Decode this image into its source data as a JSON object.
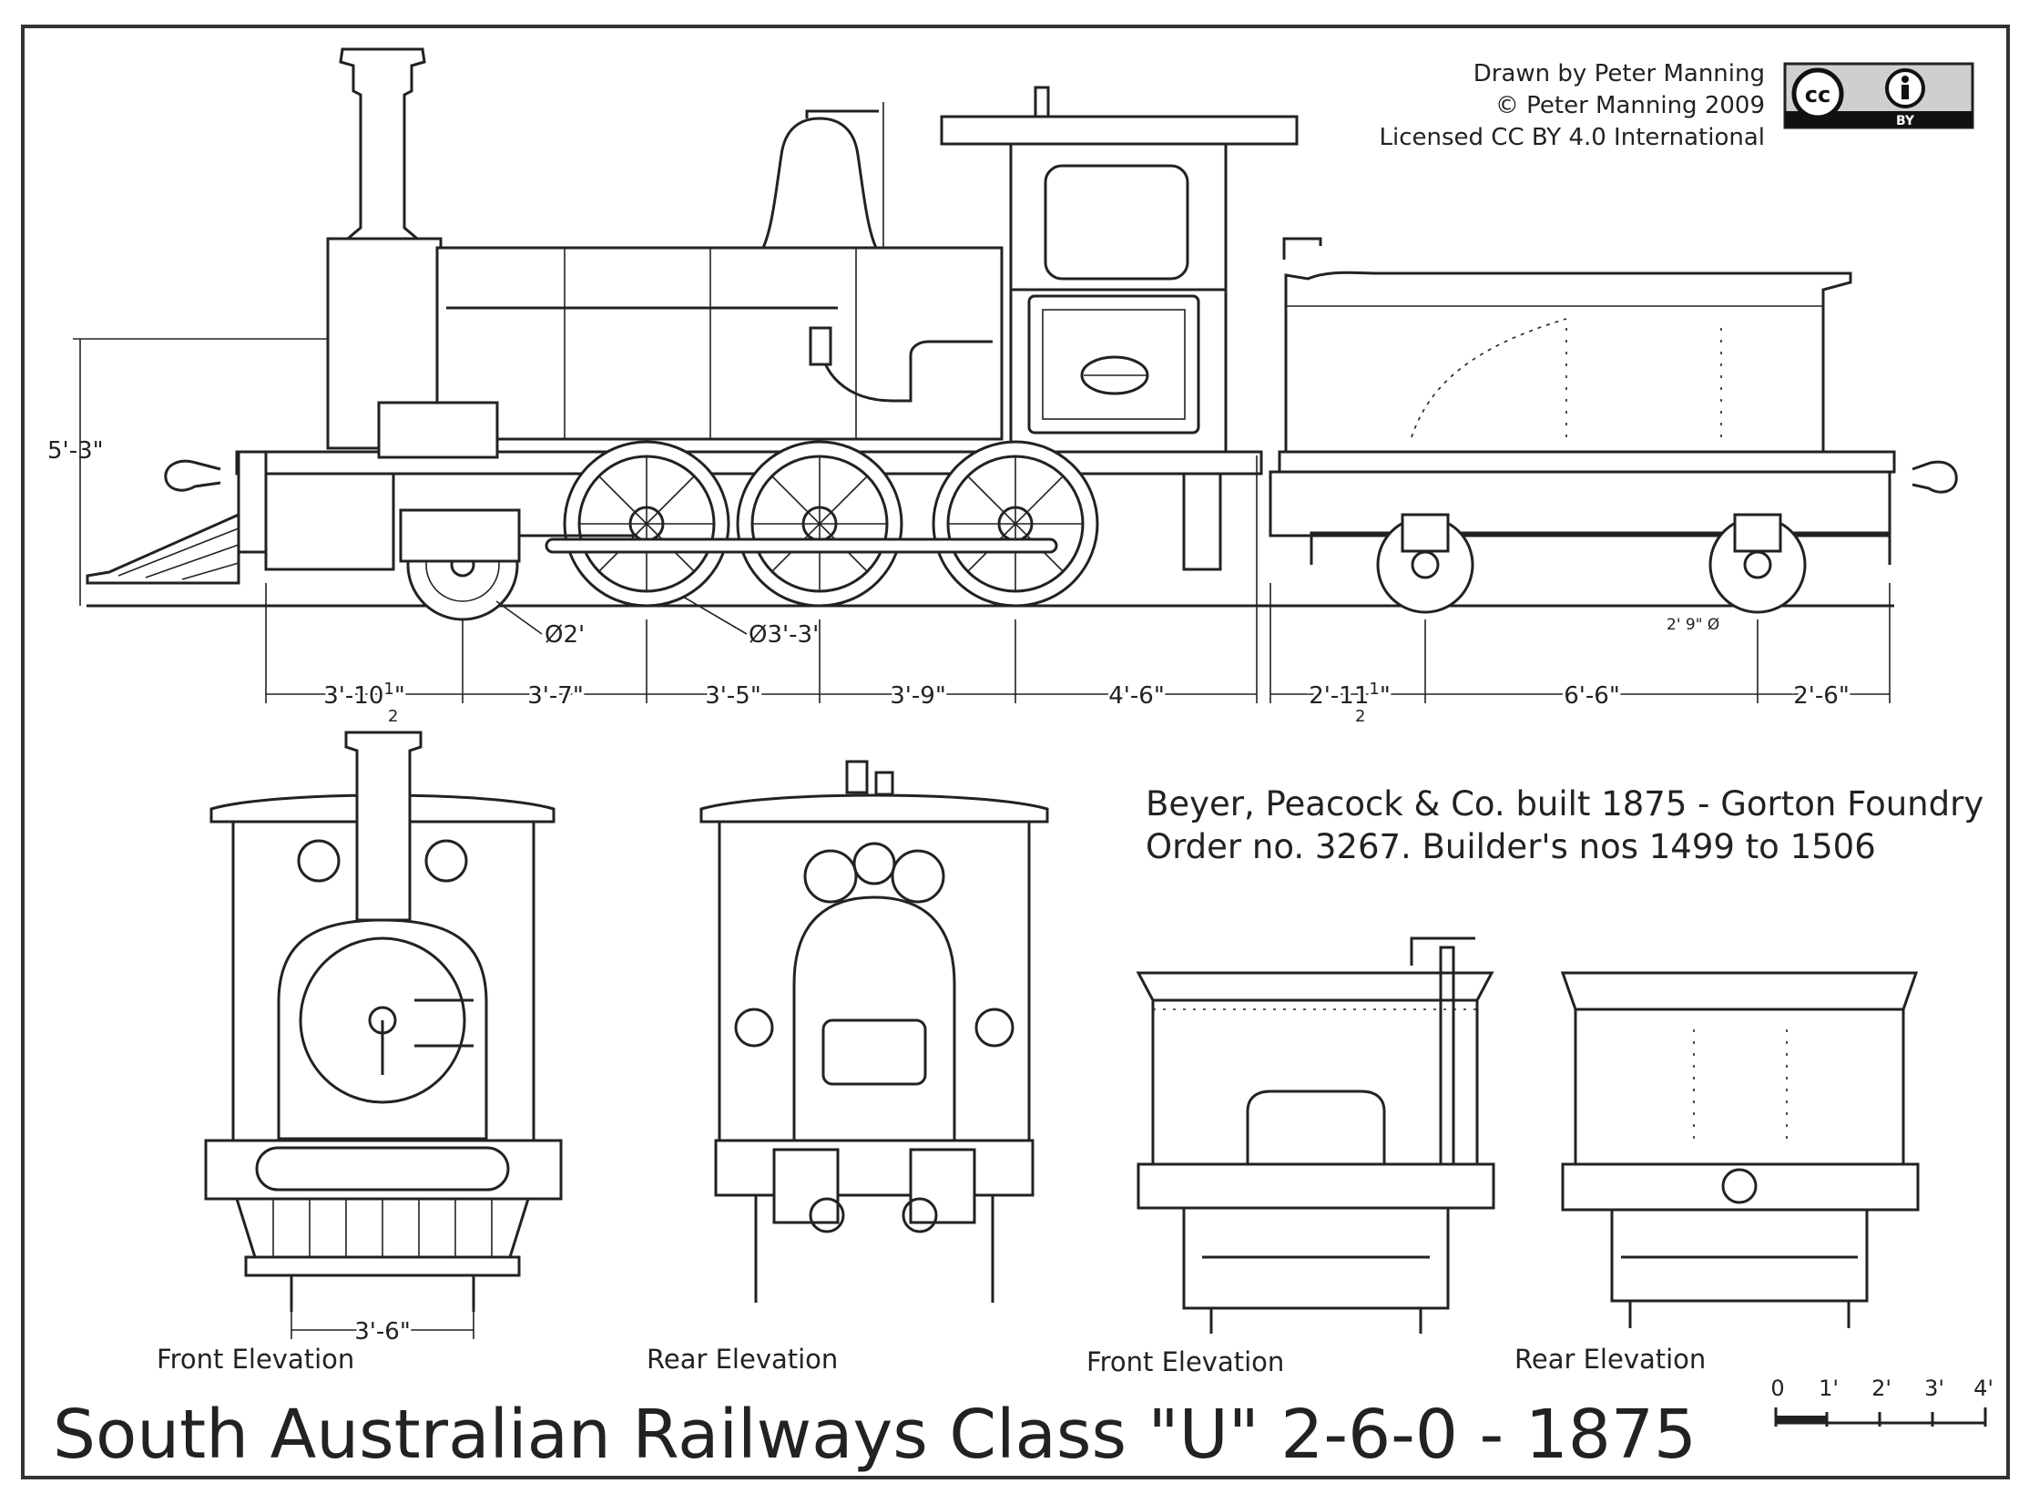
{
  "credits": {
    "line1": "Drawn by Peter Manning",
    "line2": "© Peter Manning 2009",
    "line3": "Licensed CC BY 4.0 International"
  },
  "license_badge": {
    "cc": "cc",
    "by": "BY"
  },
  "side_view": {
    "height_dim": "5'-3\"",
    "wheel_small": "Ø2'",
    "wheel_large": "Ø3'-3'",
    "tender_wheel": "2' 9\" Ø",
    "dims_loco": [
      {
        "whole": "3'-10",
        "frac_num": "1",
        "frac_den": "2",
        "tail": "\""
      },
      {
        "whole": "3'-7\"",
        "frac_num": "",
        "frac_den": "",
        "tail": ""
      },
      {
        "whole": "3'-5\"",
        "frac_num": "",
        "frac_den": "",
        "tail": ""
      },
      {
        "whole": "3'-9\"",
        "frac_num": "",
        "frac_den": "",
        "tail": ""
      },
      {
        "whole": "4'-6\"",
        "frac_num": "",
        "frac_den": "",
        "tail": ""
      }
    ],
    "dims_tender": [
      {
        "whole": "2'-11",
        "frac_num": "1",
        "frac_den": "2",
        "tail": "\""
      },
      {
        "whole": "6'-6\"",
        "frac_num": "",
        "frac_den": "",
        "tail": ""
      },
      {
        "whole": "2'-6\"",
        "frac_num": "",
        "frac_den": "",
        "tail": ""
      }
    ]
  },
  "builder_note": {
    "line1": "Beyer, Peacock & Co. built 1875 - Gorton Foundry",
    "line2": "Order no. 3267. Builder's nos 1499 to 1506"
  },
  "elevations": {
    "loco_front": "Front Elevation",
    "loco_rear": "Rear Elevation",
    "tender_front": "Front Elevation",
    "tender_rear": "Rear Elevation",
    "gauge": "3'-6\""
  },
  "scale_bar": {
    "labels": [
      "0",
      "1'",
      "2'",
      "3'",
      "4'"
    ]
  },
  "title": "South Australian Railways Class \"U\" 2-6-0 - 1875"
}
